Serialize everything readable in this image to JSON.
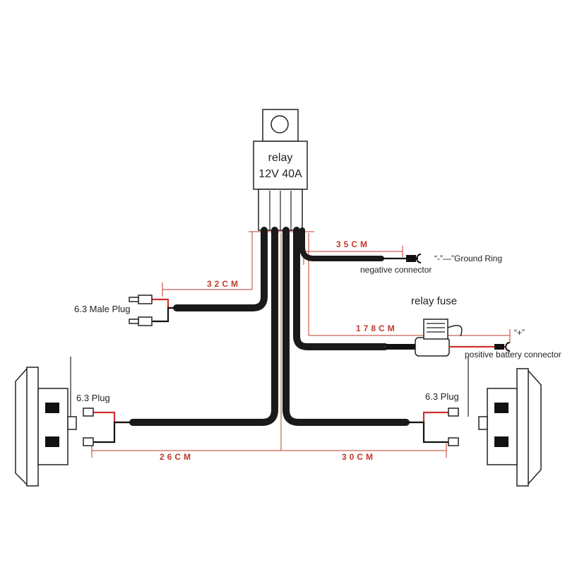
{
  "relay": {
    "line1": "relay",
    "line2": "12V 40A"
  },
  "fuse": {
    "label": "relay fuse"
  },
  "labels": {
    "ground_ring": "“-”—”Ground Ring",
    "negative_connector": "negative connector",
    "positive_sign": "“+”",
    "positive_battery": "positive battery connector",
    "male_plug": "6.3 Male Plug",
    "plug_left": "6.3 Plug",
    "plug_right": "6.3 Plug"
  },
  "dimensions": {
    "d35": "35CM",
    "d32": "32CM",
    "d178": "178CM",
    "d26": "26CM",
    "d30": "30CM"
  },
  "colors": {
    "harness": "#1a1a1a",
    "positive_wire": "#d32f2f",
    "dimension": "#c0392b"
  }
}
